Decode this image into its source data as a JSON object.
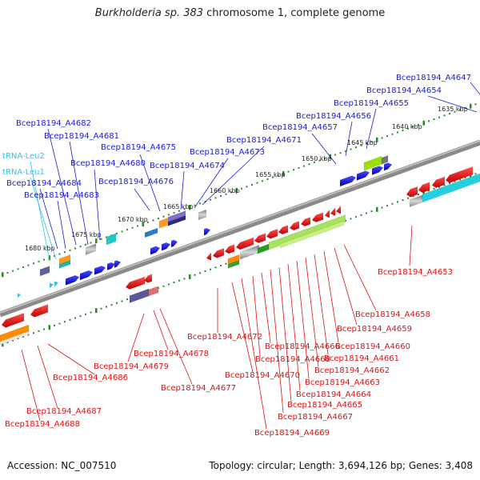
{
  "title": {
    "organism": "Burkholderia sp. 383",
    "rest": " chromosome 1, complete genome"
  },
  "footer": {
    "accession": "Accession: NC_007510",
    "summary": "Topology: circular; Length: 3,694,126 bp; Genes: 3,408"
  },
  "colors": {
    "forward_label": "#1a1ad6",
    "reverse_label": "#dd1111",
    "trna_label": "#33c0e8",
    "backbone": "#8a8a8a",
    "tick": "#2a8a2a"
  },
  "kbp_ticks": [
    "1635 kbp",
    "1640 kbp",
    "1645 kbp",
    "1650 kbp",
    "1655 kbp",
    "1660 kbp",
    "1665 kbp",
    "1670 kbp",
    "1675 kbp",
    "1680 kbp"
  ],
  "forward_labels": [
    "Bcep18194_A4647",
    "Bcep18194_A4654",
    "Bcep18194_A4655",
    "Bcep18194_A4656",
    "Bcep18194_A4657",
    "Bcep18194_A4671",
    "Bcep18194_A4673",
    "Bcep18194_A4674",
    "Bcep18194_A4675",
    "Bcep18194_A4676",
    "Bcep18194_A4680",
    "Bcep18194_A4681",
    "Bcep18194_A4682",
    "Bcep18194_A4683",
    "Bcep18194_A4684"
  ],
  "trna_labels": [
    "tRNA-Leu2",
    "tRNA-Leu1"
  ],
  "reverse_labels": [
    "Bcep18194_A4653",
    "Bcep18194_A4658",
    "Bcep18194_A4659",
    "Bcep18194_A4660",
    "Bcep18194_A4661",
    "Bcep18194_A4662",
    "Bcep18194_A4663",
    "Bcep18194_A4664",
    "Bcep18194_A4665",
    "Bcep18194_A4666",
    "Bcep18194_A4667",
    "Bcep18194_A4668",
    "Bcep18194_A4669",
    "Bcep18194_A4670",
    "Bcep18194_A4672",
    "Bcep18194_A4677",
    "Bcep18194_A4678",
    "Bcep18194_A4679",
    "Bcep18194_A4686",
    "Bcep18194_A4687",
    "Bcep18194_A4688"
  ]
}
